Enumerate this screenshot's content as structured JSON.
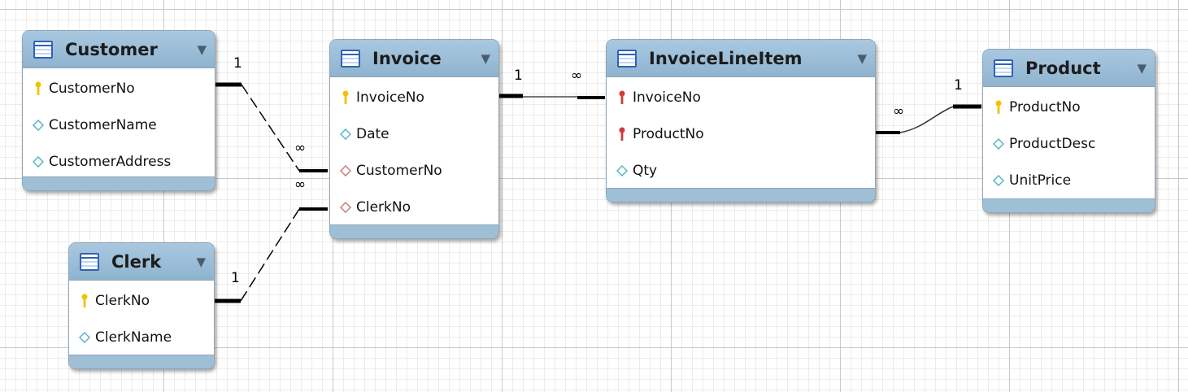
{
  "colors": {
    "header_bg": "#9ec0da",
    "primary_key": "#f2c200",
    "foreign_key": "#d03a3a",
    "attribute": "#5ab3c8",
    "fk_attribute": "#c27f7f"
  },
  "entities": {
    "customer": {
      "title": "Customer",
      "fields": [
        {
          "name": "CustomerNo",
          "icon": "primary-key-icon"
        },
        {
          "name": "CustomerName",
          "icon": "attribute-icon"
        },
        {
          "name": "CustomerAddress",
          "icon": "attribute-icon"
        }
      ]
    },
    "clerk": {
      "title": "Clerk",
      "fields": [
        {
          "name": "ClerkNo",
          "icon": "primary-key-icon"
        },
        {
          "name": "ClerkName",
          "icon": "attribute-icon"
        }
      ]
    },
    "invoice": {
      "title": "Invoice",
      "fields": [
        {
          "name": "InvoiceNo",
          "icon": "primary-key-icon"
        },
        {
          "name": "Date",
          "icon": "attribute-icon"
        },
        {
          "name": "CustomerNo",
          "icon": "fk-attribute-icon"
        },
        {
          "name": "ClerkNo",
          "icon": "fk-attribute-icon"
        }
      ]
    },
    "invoicelineitem": {
      "title": "InvoiceLineItem",
      "fields": [
        {
          "name": "InvoiceNo",
          "icon": "foreign-key-icon"
        },
        {
          "name": "ProductNo",
          "icon": "foreign-key-icon"
        },
        {
          "name": "Qty",
          "icon": "attribute-icon"
        }
      ]
    },
    "product": {
      "title": "Product",
      "fields": [
        {
          "name": "ProductNo",
          "icon": "primary-key-icon"
        },
        {
          "name": "ProductDesc",
          "icon": "attribute-icon"
        },
        {
          "name": "UnitPrice",
          "icon": "attribute-icon"
        }
      ]
    }
  },
  "relationships": {
    "customer_invoice": {
      "from_card": "1",
      "to_card": "∞"
    },
    "clerk_invoice": {
      "from_card": "1",
      "to_card": "∞"
    },
    "invoice_lineitem": {
      "from_card": "1",
      "to_card": "∞"
    },
    "product_lineitem": {
      "from_card": "1",
      "to_card": "∞"
    }
  }
}
